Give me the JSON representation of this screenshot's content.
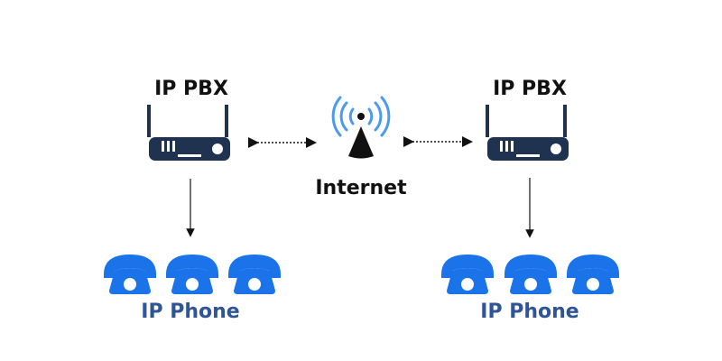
{
  "left": {
    "pbx_label": "IP PBX",
    "phones_label": "IP Phone"
  },
  "right": {
    "pbx_label": "IP PBX",
    "phones_label": "IP Phone"
  },
  "center": {
    "label": "Internet"
  },
  "icons": {
    "pbx": "router-icon",
    "internet": "antenna-icon",
    "phone": "telephone-icon"
  },
  "colors": {
    "router": "#1f3350",
    "phone": "#1a73e8",
    "wave": "#4a9bf0",
    "phone_label": "#2f5597",
    "text": "#111111"
  }
}
